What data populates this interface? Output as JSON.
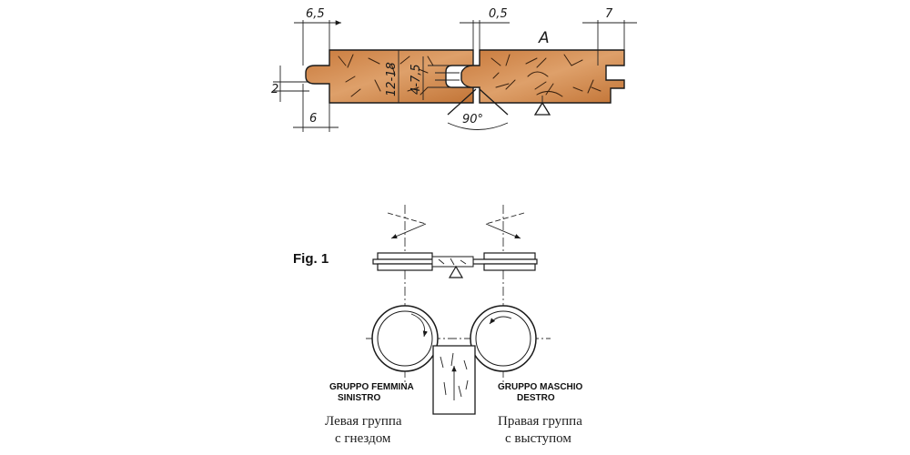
{
  "top_drawing": {
    "dim_left_top": "6,5",
    "dim_middle_top": "0,5",
    "dim_right_top": "7",
    "dim_left_side": "2",
    "dim_left_bottom": "6",
    "dim_thickness": "12-18",
    "dim_tongue": "4-7,5",
    "angle": "90°",
    "section_label": "A",
    "wood_color": "#d3894c"
  },
  "bottom_drawing": {
    "figure_label": "Fig. 1",
    "left_group_label_line1": "GRUPPO FEMMINA",
    "left_group_label_line2": "SINISTRO",
    "right_group_label_line1": "GRUPPO MASCHIO",
    "right_group_label_line2": "DESTRO",
    "left_caption_line1": "Левая группа",
    "left_caption_line2": "с гнездом",
    "right_caption_line1": "Правая группа",
    "right_caption_line2": "с выступом"
  }
}
